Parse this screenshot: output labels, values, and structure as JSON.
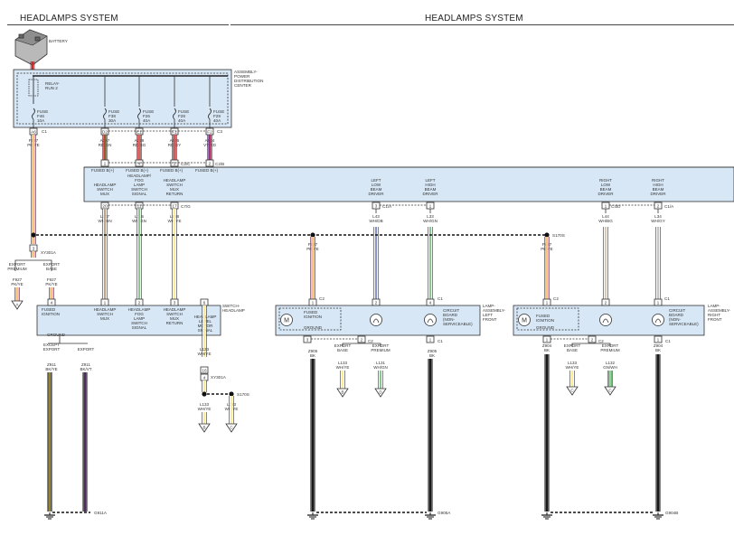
{
  "titles": {
    "left": "HEADLAMPS SYSTEM",
    "right": "HEADLAMPS SYSTEM"
  },
  "battery": {
    "label": "BATTERY"
  },
  "pdc": {
    "assembly_label": [
      "ASSEMBLY-",
      "POWER",
      "DISTRIBUTION",
      "CENTER"
    ],
    "relay_label": [
      "RELAY-",
      "RUN 2"
    ],
    "fuses": [
      {
        "name": "FUSE",
        "id": "F46",
        "amps": "10A",
        "pin": "A6",
        "conn": "C1",
        "wire": "F927",
        "color": "PK/YE"
      },
      {
        "name": "FUSE",
        "id": "F38",
        "amps": "30A",
        "pin": "D2",
        "conn": "",
        "wire": "A237",
        "color": "RD/GN"
      },
      {
        "name": "FUSE",
        "id": "F26",
        "amps": "40A",
        "pin": "E1",
        "conn": "",
        "wire": "A239",
        "color": "RD/BG"
      },
      {
        "name": "FUSE",
        "id": "F28",
        "amps": "40A",
        "pin": "F1",
        "conn": "",
        "wire": "A905",
        "color": "RD/GY"
      },
      {
        "name": "FUSE",
        "id": "F29",
        "amps": "40A",
        "pin": "F2",
        "conn": "C3",
        "wire": "A904",
        "color": "VT/RD"
      }
    ]
  },
  "module": {
    "fused_labels": [
      "FUSED B(+)",
      "FUSED B(+)",
      "FUSED B(+)",
      "FUSED B(+)"
    ],
    "pins_top": [
      "1",
      "4",
      "3",
      "2"
    ],
    "conn_top": [
      "C2/C",
      "C2/B"
    ],
    "outputs": [
      {
        "label": [
          "HEADLAMP",
          "SWITCH",
          "MUX"
        ],
        "pin": "20",
        "wire": "L307",
        "color": "WH/BN"
      },
      {
        "label": [
          "HEADLAMP/",
          "FOG",
          "LAMP",
          "SWITCH",
          "SIGNAL"
        ],
        "pin": "11",
        "wire": "L115",
        "color": "WH/GN"
      },
      {
        "label": [
          "HEADLAMP",
          "SWITCH",
          "MUX",
          "RETURN"
        ],
        "pin": "17",
        "wire": "L968",
        "color": "WH/YE"
      },
      {
        "label": [
          "LEFT",
          "LOW",
          "BEAM",
          "DRIVER"
        ],
        "pin": "3",
        "wire": "L43",
        "color": "WH/DB"
      },
      {
        "label": [
          "LEFT",
          "HIGH",
          "BEAM",
          "DRIVER"
        ],
        "pin": "1",
        "wire": "L33",
        "color": "WH/GN"
      },
      {
        "label": [
          "RIGHT",
          "LOW",
          "BEAM",
          "DRIVER"
        ],
        "pin": "1",
        "wire": "L44",
        "color": "WH/BG"
      },
      {
        "label": [
          "RIGHT",
          "HIGH",
          "BEAM",
          "DRIVER"
        ],
        "pin": "2",
        "wire": "L34",
        "color": "WH/GY"
      }
    ],
    "conns": [
      "C7/G",
      "C1/A",
      "C4/D",
      "C1/A"
    ]
  },
  "splices": {
    "xy301a": "XY301A",
    "s170s": "S170S",
    "s1": "S170S"
  },
  "export": {
    "premium": "EXPORT",
    "premium2": "PREMIUM",
    "base": "EXPORT",
    "base2": "BASE",
    "wire": "F927",
    "color": "PK/YE",
    "pin3": "3",
    "pin4": "4",
    "connA": "A"
  },
  "switch": {
    "label": [
      "SWITCH-",
      "HEADLAMP"
    ],
    "pins": [
      "4",
      "1",
      "2",
      "3",
      "6"
    ],
    "labels": [
      [
        "FUSED",
        "IGNITION"
      ],
      [
        "HEADLAMP",
        "SWITCH",
        "MUX"
      ],
      [
        "HEADLAMP",
        "FOG",
        "LAMP",
        "SWITCH",
        "SIGNAL"
      ],
      [
        "HEADLAMP",
        "SWITCH",
        "MUX",
        "RETURN"
      ],
      [
        "HEADLAMP",
        "LEVEL",
        "MOTOR",
        "SIGNAL"
      ]
    ],
    "ground": "GROUND",
    "level": {
      "wire": "L133",
      "color": "WH/YE",
      "pin16": "16",
      "pin4": "4",
      "xy": "XY301A",
      "splice": "S170S",
      "wires": [
        "L133",
        "L133"
      ],
      "colors": [
        "WH/YE",
        "WH/YE"
      ],
      "ends": [
        "B",
        "C"
      ]
    }
  },
  "left_grounds": {
    "except": [
      "EXCEPT",
      "EXPORT"
    ],
    "export": "EXPORT",
    "wires": [
      "Z911",
      "Z911"
    ],
    "colors": [
      "BK/YE",
      "BK/VT"
    ],
    "gnd": "G911A"
  },
  "lamp_left": {
    "label": [
      "LAMP-",
      "ASSEMBLY-",
      "LEFT",
      "FRONT"
    ],
    "fused": [
      "FUSED",
      "IGNITION"
    ],
    "ground": "GROUND",
    "pin_in": "1",
    "conn_in": "C2",
    "pins": [
      "2",
      "4",
      "C1"
    ],
    "board": [
      "CIRCUIT",
      "BOARD",
      "(NON-",
      "SERVICEABLE)"
    ],
    "wire_in": "F927",
    "color_in": "PK/YE",
    "gnd_pins": [
      "3",
      "1",
      "2"
    ],
    "gnd_conn": [
      "C2",
      "C1"
    ],
    "base": [
      "EXPORT",
      "BASE"
    ],
    "prem": [
      "EXPORT",
      "PREMIUM"
    ],
    "bw": [
      "L133",
      "L131"
    ],
    "bc": [
      "WH/YE",
      "WH/GN"
    ],
    "ends": [
      "B",
      "D"
    ],
    "gw": [
      "Z905",
      "Z905"
    ],
    "gc": [
      "BK",
      "BK"
    ],
    "gnd": "G905A"
  },
  "lamp_right": {
    "label": [
      "LAMP-",
      "ASSEMBLY-",
      "RIGHT",
      "FRONT"
    ],
    "fused": [
      "FUSED",
      "IGNITION"
    ],
    "ground": "GROUND",
    "pin_in": "1",
    "conn_in": "C2",
    "board": [
      "CIRCUIT",
      "BOARD",
      "(NON-",
      "SERVICEABLE)"
    ],
    "wire_in": "F927",
    "color_in": "PK/YE",
    "splice": "S170S",
    "base": [
      "EXPORT",
      "BASE"
    ],
    "prem": [
      "EXPORT",
      "PREMIUM"
    ],
    "bw": [
      "L133",
      "L132"
    ],
    "bc": [
      "WH/YE",
      "GN/WH"
    ],
    "ends": [
      "C",
      "C"
    ],
    "gw": [
      "Z904",
      "Z904"
    ],
    "gc": [
      "BK",
      "BK"
    ],
    "gnd": "G904B"
  }
}
